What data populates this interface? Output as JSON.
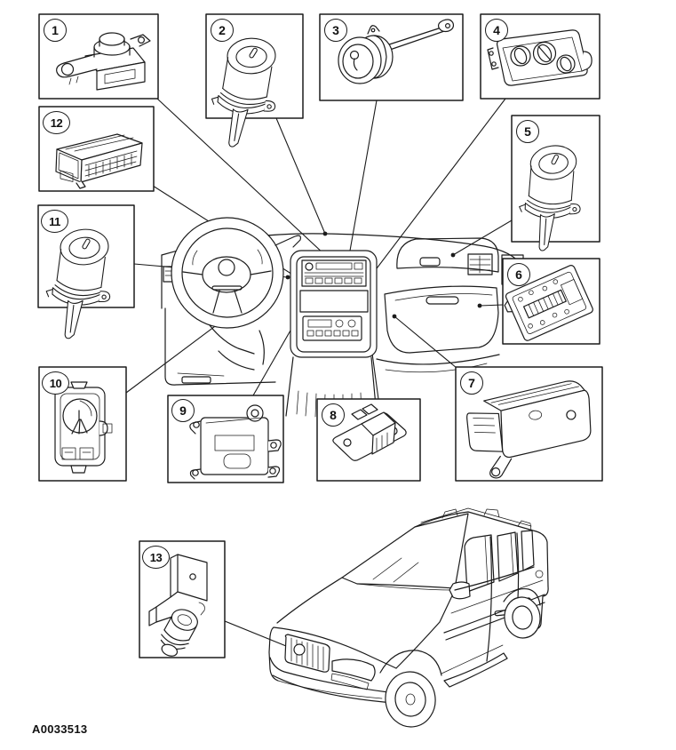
{
  "figure": {
    "code": "A0033513"
  },
  "callouts": [
    {
      "number": "1"
    },
    {
      "number": "2"
    },
    {
      "number": "3"
    },
    {
      "number": "4"
    },
    {
      "number": "5"
    },
    {
      "number": "6"
    },
    {
      "number": "7"
    },
    {
      "number": "8"
    },
    {
      "number": "9"
    },
    {
      "number": "10"
    },
    {
      "number": "11"
    },
    {
      "number": "12"
    },
    {
      "number": "13"
    }
  ],
  "colors": {
    "line": "#1b1b1b",
    "background": "#ffffff"
  }
}
